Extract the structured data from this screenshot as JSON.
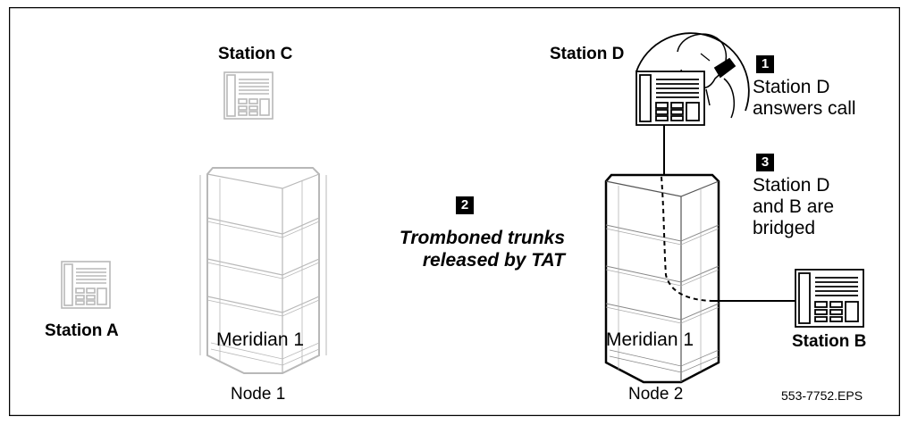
{
  "stations": {
    "a": "Station A",
    "b": "Station B",
    "c": "Station C",
    "d": "Station D"
  },
  "nodes": {
    "node1": {
      "label": "Node 1",
      "system": "Meridian 1"
    },
    "node2": {
      "label": "Node 2",
      "system": "Meridian 1"
    }
  },
  "steps": [
    {
      "number": "1",
      "lines": [
        "Station D",
        "answers call"
      ]
    },
    {
      "number": "2",
      "lines": [
        "Tromboned trunks",
        "released by TAT"
      ]
    },
    {
      "number": "3",
      "lines": [
        "Station D",
        "and B are",
        "bridged"
      ]
    }
  ],
  "file_id": "553-7752.EPS",
  "colors": {
    "faded": "#b8b8b8",
    "ink": "#000000"
  }
}
